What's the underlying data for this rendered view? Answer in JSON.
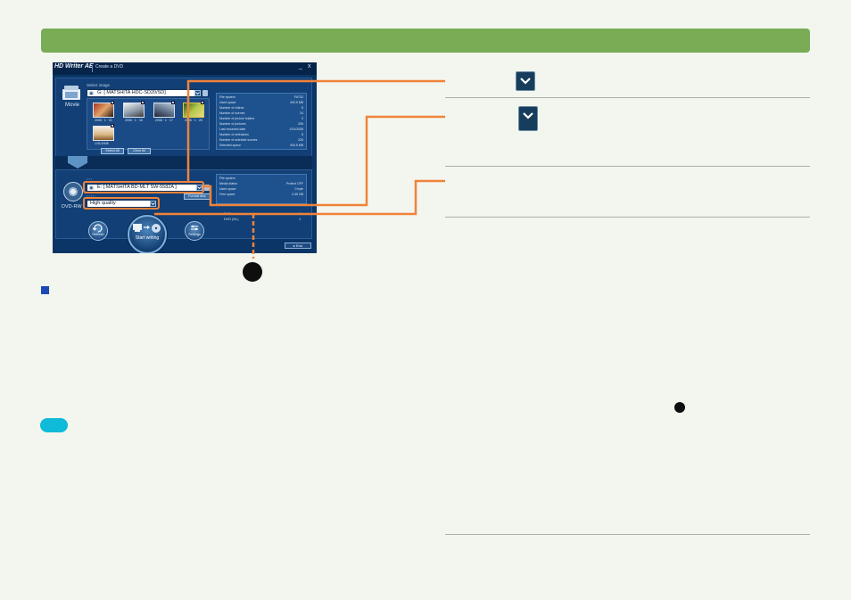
{
  "app": {
    "logo": "HD Writer AE",
    "title": "Create a DVD",
    "window_controls": {
      "minimize": "_",
      "close": "x"
    },
    "source": {
      "label": "Movie",
      "select_label": "Select image",
      "drive_value": "G: [ MATSHITA HDC-SD20/SD]",
      "thumbnails": [
        {
          "caption": "2006 · 1 · 21"
        },
        {
          "caption": "2006 · 1 · 16"
        },
        {
          "caption": "2006 · 1 · 17"
        },
        {
          "caption": "2006 · 1 · 20"
        },
        {
          "caption": "1/31/2008"
        }
      ],
      "buttons": {
        "select_all": "Select All",
        "clear_all": "Clear All"
      },
      "info": [
        {
          "label": "File system",
          "value": "FAT32"
        },
        {
          "label": "Used space",
          "value": "400.5 MB"
        },
        {
          "label": "Number of videos",
          "value": "5"
        },
        {
          "label": "Number of scenes",
          "value": "24"
        },
        {
          "label": "Number of picture folders",
          "value": "2"
        },
        {
          "label": "Number of pictures",
          "value": "206"
        },
        {
          "label": "Last recorded date",
          "value": "1/31/2008"
        },
        {
          "label": "Number of selections",
          "value": "5"
        },
        {
          "label": "Number of selected scenes",
          "value": "226"
        },
        {
          "label": "Selected space",
          "value": "400.5 MB"
        }
      ]
    },
    "destination": {
      "label": "DVD-RW",
      "drive_value": "E: [ MATSHITA BD-MLT SW-5582A ]",
      "quality_value": "High quality",
      "format_button": "Format disc",
      "info": [
        {
          "label": "File system",
          "value": ""
        },
        {
          "label": "Media status",
          "value": "Protect OFF"
        },
        {
          "label": "Used space",
          "value": "0 byte"
        },
        {
          "label": "Free space",
          "value": "4.35 GB"
        }
      ],
      "dvd_list": [
        {
          "label": "DVD",
          "value": "1"
        },
        {
          "label": "DVD (DL)",
          "value": "1"
        }
      ]
    },
    "actions": {
      "refresh": "Refresh",
      "start_writing": "Start writing",
      "settings": "Settings",
      "end": "End"
    }
  },
  "colors": {
    "header_bar": "#79ac55",
    "callout_line": "#f0833a",
    "app_background": "#0b3566",
    "bullet": "#1c49b5",
    "hint_pill": "#0fbbd9"
  },
  "icons": [
    "dropdown-chevron-icon",
    "movie-icon",
    "dvd-disc-icon",
    "refresh-icon",
    "start-writing-icon",
    "settings-icon",
    "eject-icon"
  ]
}
